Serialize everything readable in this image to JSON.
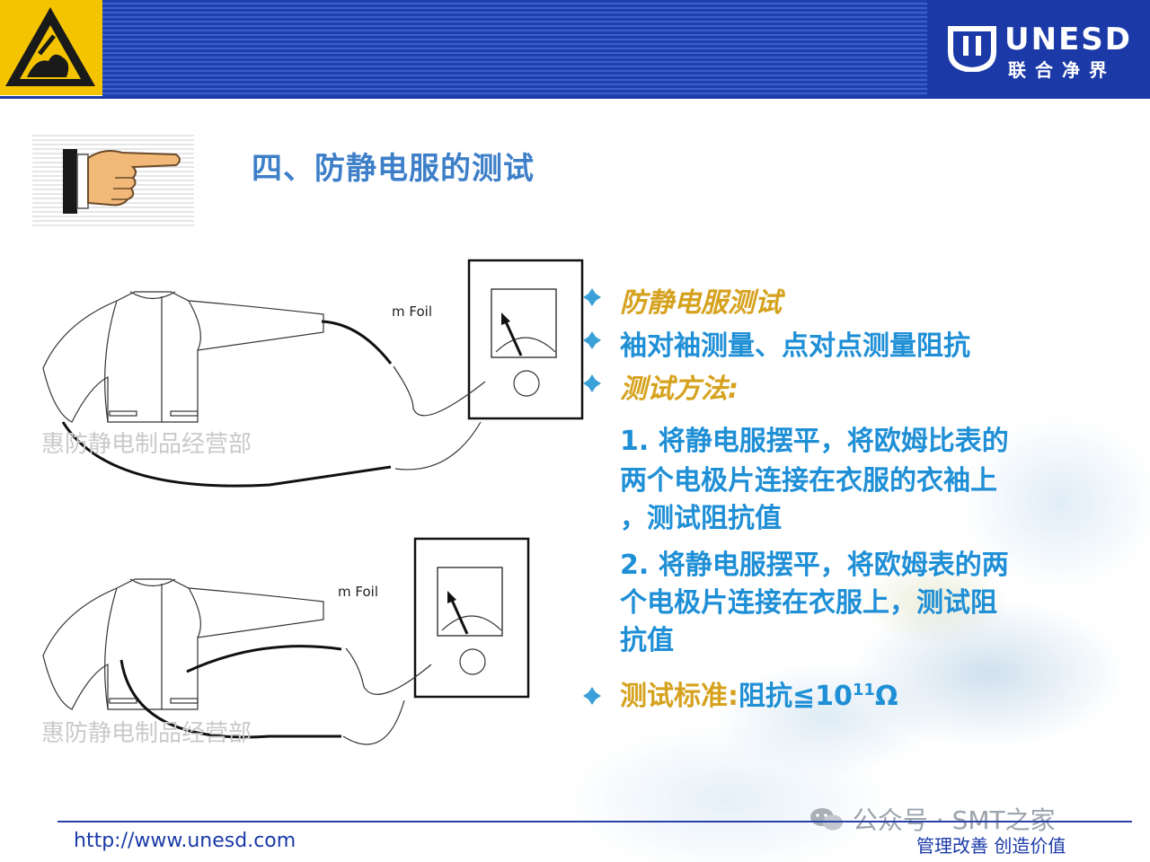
{
  "header": {
    "logo_name": "UNESD",
    "logo_sub": "联合净界"
  },
  "title": "四、防静电服的测试",
  "diagram": {
    "foil_label_1": "m Foil",
    "foil_label_2": "m Foil",
    "watermark_1": "惠防静电制品经营部",
    "watermark_2": "惠防静电制品经营部"
  },
  "bullets": [
    {
      "text": "防静电服测试",
      "style": "gold"
    },
    {
      "text": "袖对袖测量、点对点测量阻抗",
      "style": "blue"
    },
    {
      "text": "测试方法:",
      "style": "gold"
    }
  ],
  "method_1": {
    "line1": " 1. 将静电服摆平，将欧姆比表的",
    "line2": "两个电极片连接在衣服的衣袖上",
    "line3": "，测试阻抗值"
  },
  "method_2": {
    "line1": " 2. 将静电服摆平，将欧姆表的两",
    "line2": "个电极片连接在衣服上，测试阻",
    "line3": "抗值"
  },
  "standard": {
    "label": "测试标准:",
    "value_prefix": "阻抗≦10",
    "exponent": "11",
    "unit": "Ω"
  },
  "footer": {
    "url": "http://www.unesd.com",
    "slogan": "管理改善   创造价值",
    "wechat": "公众号 · SMT之家"
  },
  "colors": {
    "accent_blue": "#1f8fd6",
    "gold": "#d6a21e",
    "header_blue": "#1b3aa8",
    "esd_yellow": "#f5c400"
  }
}
